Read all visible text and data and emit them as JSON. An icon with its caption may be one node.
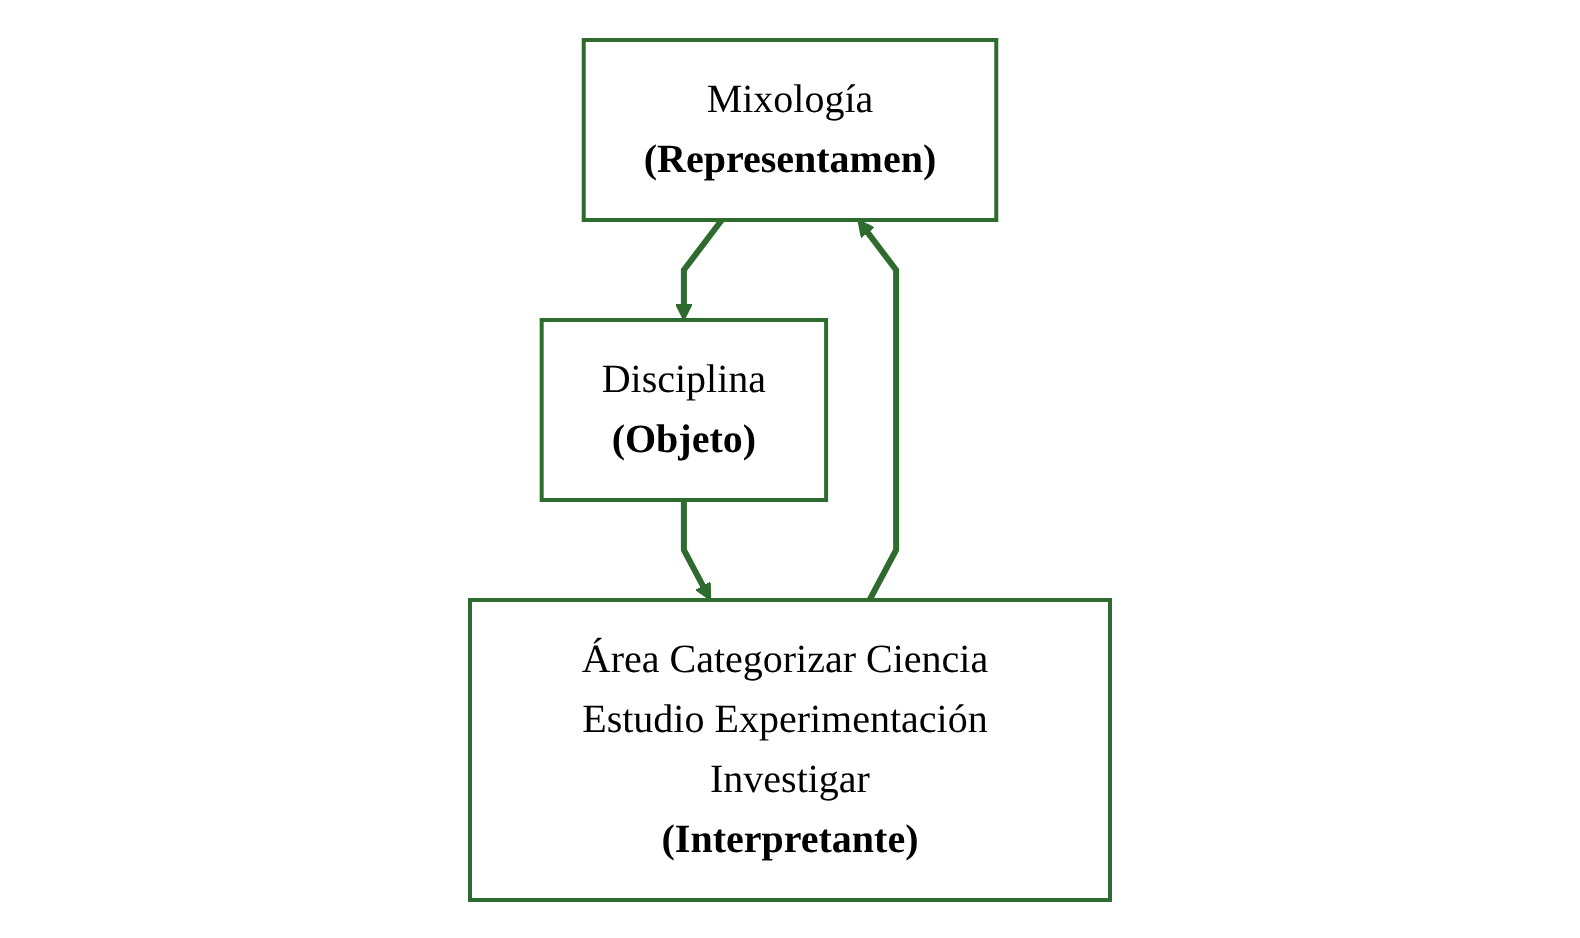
{
  "diagram": {
    "nodes": [
      {
        "text": [
          "Mixología",
          "(Representamen)"
        ]
      },
      {
        "text": [
          "Disciplina",
          "(Objeto)"
        ]
      },
      {
        "text": [
          "Área Categorizar Ciencia Estudio Experimentación Investigar",
          "(Interpretante)"
        ]
      }
    ],
    "edges": [
      {
        "from": 0,
        "to": 1,
        "arrow": "to"
      },
      {
        "from": 1,
        "to": 2,
        "arrow": "to"
      },
      {
        "from": 2,
        "to": 0,
        "arrow": "to"
      }
    ]
  }
}
